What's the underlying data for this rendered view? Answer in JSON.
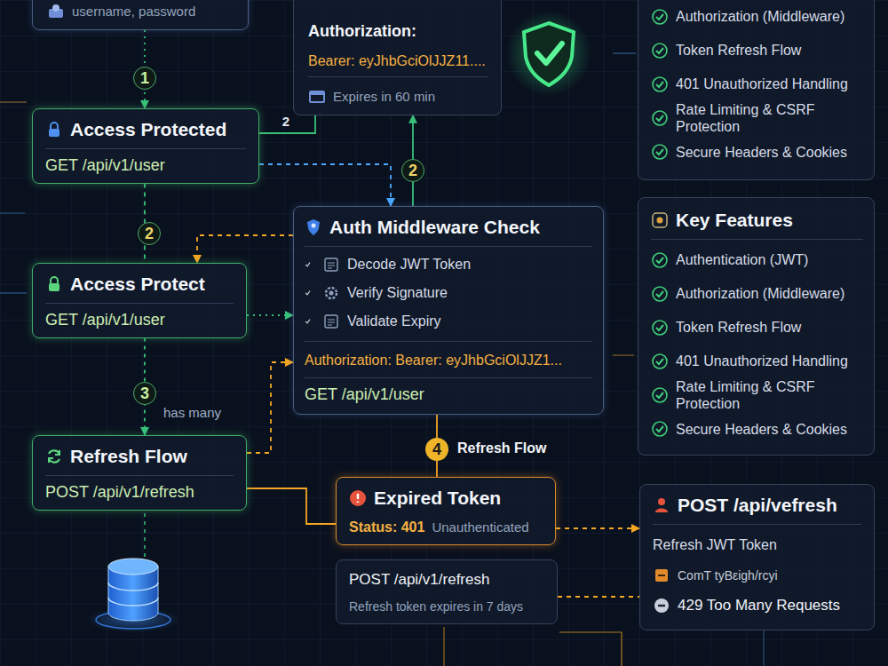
{
  "diagram": {
    "nodes": [
      {
        "text": [
          "username, password"
        ]
      },
      {
        "text": [
          "Authorization:",
          "Bearer: eyJhbGciOlJJZ11....",
          "Expires in 60 min"
        ]
      },
      {
        "text": [
          "Authorization (Middleware)",
          "Token Refresh Flow",
          "401 Unauthorized Handling",
          "Rate Limiting & CSRF Protection",
          "Secure Headers & Cookies"
        ]
      },
      {
        "text": [
          "Access Protected",
          "GET /api/v1/user"
        ]
      },
      {
        "text": [
          "Auth Middleware Check",
          "Decode JWT Token",
          "Verify Signature",
          "Validate Expiry",
          "Authorization: Bearer: eyJhbGciOlJJZ1...",
          "GET /api/v1/user"
        ]
      },
      {
        "text": [
          "Access Protect",
          "GET /api/v1/user"
        ]
      },
      {
        "text": [
          "Refresh Flow",
          "POST /api/v1/refresh"
        ]
      },
      {
        "text": [
          "Key Features",
          "Authentication (JWT)",
          "Authorization (Middleware)",
          "Token Refresh Flow",
          "401 Unauthorized Handling",
          "Rate Limiting & CSRF Protection",
          "Secure Headers & Cookies"
        ]
      },
      {
        "text": [
          "Expired Token",
          "Status: 401",
          "Unauthenticated"
        ]
      },
      {
        "text": [
          "POST /api/v1/refresh",
          "Refresh token expires in 7 days"
        ]
      },
      {
        "text": [
          "POST /api/vefresh",
          "Refresh JWT Token",
          "ComT tyBεigh/rcyi",
          "429 Too Many Requests"
        ]
      }
    ],
    "edges": [
      {
        "from": 0,
        "to": 3,
        "label": "1",
        "arrow": "to"
      },
      {
        "from": 3,
        "to": 1,
        "label": "2",
        "arrow": "none"
      },
      {
        "from": 4,
        "to": 1,
        "label": "2",
        "arrow": "to"
      },
      {
        "from": 3,
        "to": 4,
        "arrow": "to"
      },
      {
        "from": 3,
        "to": 5,
        "label": "2",
        "arrow": "none"
      },
      {
        "from": 4,
        "to": 5,
        "arrow": "to"
      },
      {
        "from": 5,
        "to": 4,
        "arrow": "to"
      },
      {
        "from": 5,
        "to": 6,
        "label": "3",
        "arrow": "to"
      },
      {
        "from": 6,
        "to": 4,
        "arrow": "to"
      },
      {
        "from": 6,
        "to": 8,
        "arrow": "none"
      },
      {
        "from": 4,
        "to": 8,
        "label": "4",
        "arrow": "none"
      },
      {
        "from": 8,
        "to": 10,
        "arrow": "to"
      },
      {
        "from": 9,
        "to": 10,
        "arrow": "none"
      }
    ],
    "labels": [
      "has many",
      "Refresh Flow"
    ]
  }
}
